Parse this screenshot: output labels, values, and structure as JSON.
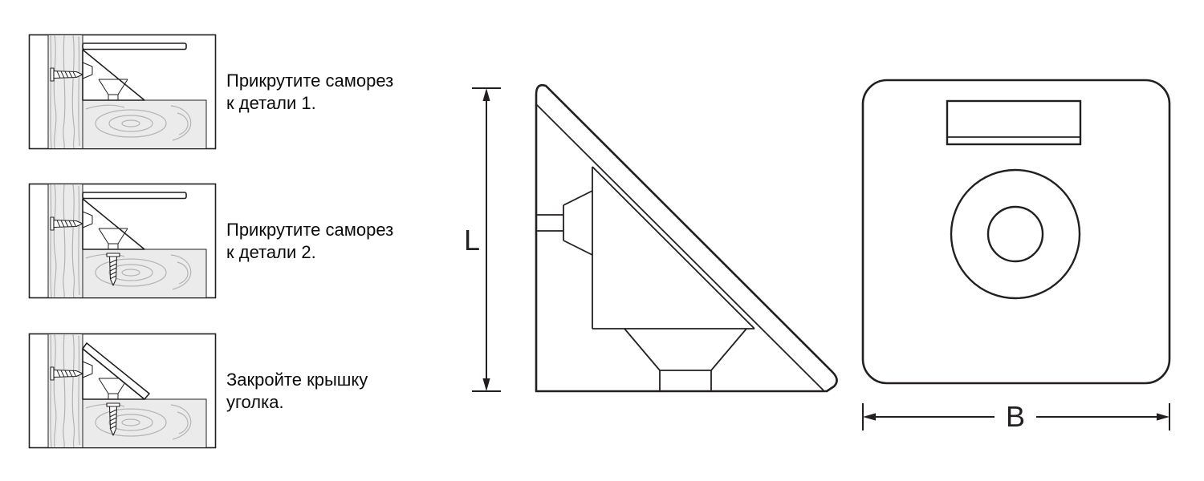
{
  "steps": [
    {
      "line1": "Прикрутите саморез",
      "line2": "к детали 1."
    },
    {
      "line1": "Прикрутите саморез",
      "line2": "к детали 2."
    },
    {
      "line1": "Закройте крышку",
      "line2": "уголка."
    }
  ],
  "dimensions": {
    "length": "L",
    "width": "B"
  },
  "colors": {
    "ink": "#231f20",
    "wood_fill": "#ebebeb",
    "wood_grain": "#b3b3b3",
    "bg": "#ffffff"
  }
}
